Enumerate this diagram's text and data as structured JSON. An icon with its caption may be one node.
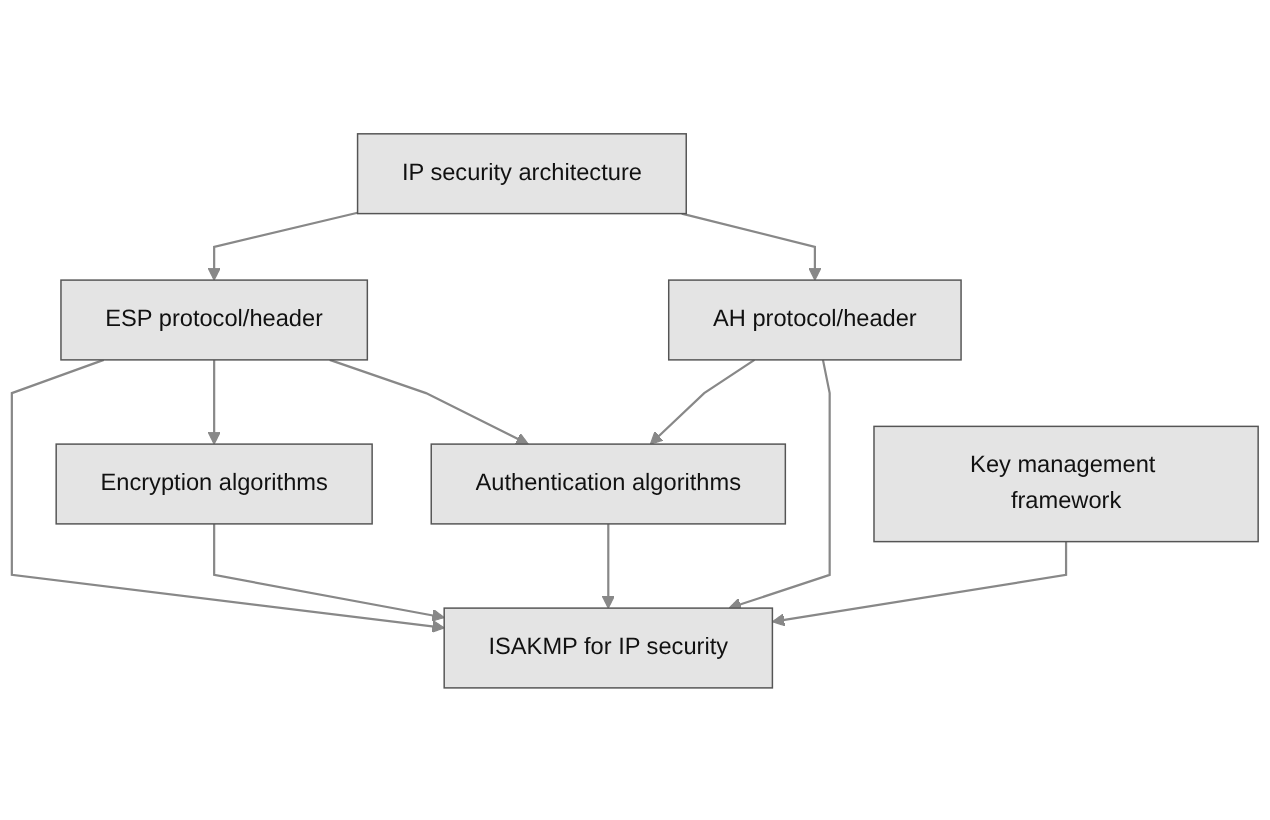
{
  "diagram": {
    "nodes": [
      {
        "text": [
          "IP security architecture"
        ]
      },
      {
        "text": [
          "ESP protocol/header"
        ]
      },
      {
        "text": [
          "AH protocol/header"
        ]
      },
      {
        "text": [
          "Encryption algorithms"
        ]
      },
      {
        "text": [
          "Authentication algorithms"
        ]
      },
      {
        "text": [
          "ISAKMP for IP security"
        ]
      },
      {
        "text": [
          "Key management framework"
        ]
      }
    ],
    "edges": [
      {
        "from": 0,
        "to": 1,
        "arrow": "to"
      },
      {
        "from": 0,
        "to": 2,
        "arrow": "to"
      },
      {
        "from": 1,
        "to": 3,
        "arrow": "to"
      },
      {
        "from": 1,
        "to": 4,
        "arrow": "to"
      },
      {
        "from": 2,
        "to": 4,
        "arrow": "to"
      },
      {
        "from": 1,
        "to": 5,
        "arrow": "to"
      },
      {
        "from": 3,
        "to": 5,
        "arrow": "to"
      },
      {
        "from": 4,
        "to": 5,
        "arrow": "to"
      },
      {
        "from": 2,
        "to": 5,
        "arrow": "to"
      },
      {
        "from": 6,
        "to": 5,
        "arrow": "to"
      }
    ]
  }
}
